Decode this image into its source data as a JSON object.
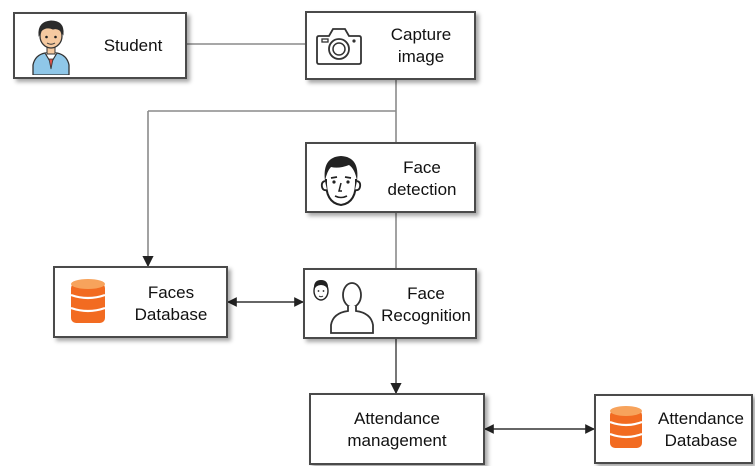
{
  "nodes": {
    "student": {
      "label": "Student",
      "icon": "student-avatar-icon"
    },
    "capture_image": {
      "label_line1": "Capture",
      "label_line2": "image",
      "icon": "camera-icon"
    },
    "face_detection": {
      "label_line1": "Face",
      "label_line2": "detection",
      "icon": "face-icon"
    },
    "faces_database": {
      "label_line1": "Faces",
      "label_line2": "Database",
      "icon": "database-icon"
    },
    "face_recognition": {
      "label_line1": "Face",
      "label_line2": "Recognition",
      "icon": "face-recognition-icon"
    },
    "attendance_management": {
      "label_line1": "Attendance",
      "label_line2": "management"
    },
    "attendance_database": {
      "label_line1": "Attendance",
      "label_line2": "Database",
      "icon": "database-icon"
    }
  },
  "edges": [
    {
      "from": "Student",
      "to": "Capture image",
      "style": "line"
    },
    {
      "from": "Capture image",
      "to": "Face detection",
      "style": "line"
    },
    {
      "from": "Capture image",
      "to": "Faces Database",
      "style": "arrow"
    },
    {
      "from": "Face detection",
      "to": "Face Recognition",
      "style": "line"
    },
    {
      "from": "Faces Database",
      "to": "Face Recognition",
      "style": "bidirectional-arrow"
    },
    {
      "from": "Face Recognition",
      "to": "Attendance management",
      "style": "arrow"
    },
    {
      "from": "Attendance management",
      "to": "Attendance Database",
      "style": "bidirectional-arrow"
    }
  ],
  "colors": {
    "box_border": "#4a4a4a",
    "connector": "#8a8a8a",
    "arrowhead": "#222222",
    "database_orange": "#f26b21",
    "database_light": "#f7a35c",
    "student_shirt": "#8fc7e8",
    "student_hair": "#2b2b2b",
    "student_skin": "#f5c9a0"
  }
}
